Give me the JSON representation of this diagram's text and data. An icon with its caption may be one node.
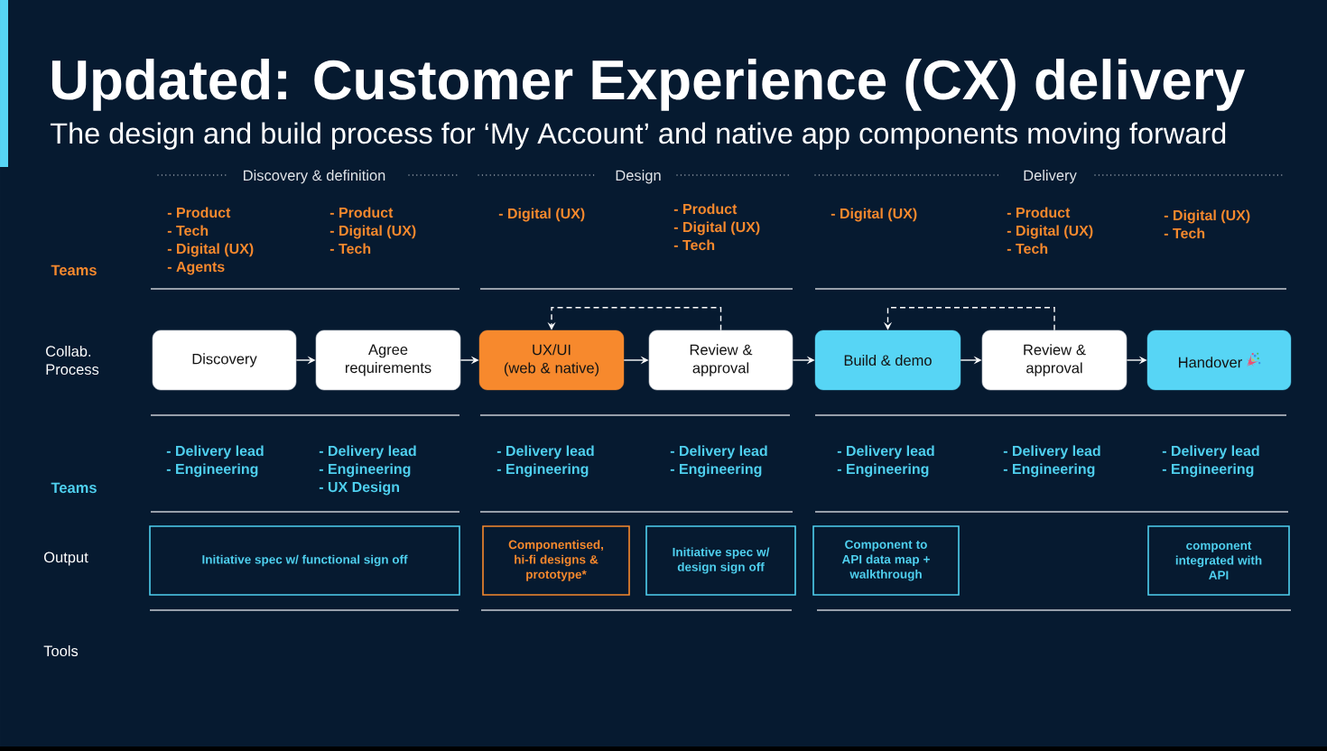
{
  "diagram": {
    "title": "Updated: Customer Experience (CX) delivery",
    "nodes": [
      {
        "text": [
          "Discovery"
        ]
      },
      {
        "text": [
          "Agree requirements"
        ]
      },
      {
        "text": [
          "UX/UI (web & native)"
        ]
      },
      {
        "text": [
          "Review & approval"
        ]
      },
      {
        "text": [
          "Build & demo"
        ]
      },
      {
        "text": [
          "Review & approval"
        ]
      },
      {
        "text": [
          "Handover"
        ]
      },
      {
        "text": [
          "Initiative spec w/ functional sign off"
        ]
      },
      {
        "text": [
          "Componentised, hi-fi designs & prototype*"
        ]
      },
      {
        "text": [
          "Initiative spec w/ design sign off"
        ]
      },
      {
        "text": [
          "Component to API data map + walkthrough"
        ]
      },
      {
        "text": [
          "component integrated with API"
        ]
      }
    ],
    "edges": [
      {
        "from": 0,
        "to": 1,
        "arrow": "to"
      },
      {
        "from": 1,
        "to": 2,
        "arrow": "to"
      },
      {
        "from": 2,
        "to": 3,
        "arrow": "to"
      },
      {
        "from": 3,
        "to": 4,
        "arrow": "to"
      },
      {
        "from": 4,
        "to": 5,
        "arrow": "to"
      },
      {
        "from": 5,
        "to": 6,
        "arrow": "to"
      },
      {
        "from": 3,
        "to": 2,
        "arrow": "to",
        "style": "dashed"
      },
      {
        "from": 5,
        "to": 4,
        "arrow": "to",
        "style": "dashed"
      }
    ],
    "labels": [
      "The design and build process for ‘My Account’ and native app components moving forward",
      "Discovery & definition",
      "Design",
      "Delivery",
      "Teams",
      "- Product",
      "- Tech",
      "- Digital (UX)",
      "- Agents",
      "- Product",
      "- Digital (UX)",
      "- Tech",
      "- Digital (UX)",
      "- Product",
      "- Digital (UX)",
      "- Tech",
      "- Digital (UX)",
      "- Product",
      "- Digital (UX)",
      "- Tech",
      "- Digital (UX)",
      "- Tech",
      "Collab. Process",
      "Teams",
      "- Delivery lead",
      "- Engineering",
      "- Delivery lead",
      "- Engineering",
      "- UX Design",
      "- Delivery lead",
      "- Engineering",
      "- Delivery lead",
      "- Engineering",
      "- Delivery lead",
      "- Engineering",
      "- Delivery lead",
      "- Engineering",
      "- Delivery lead",
      "- Engineering",
      "Output",
      "Tools"
    ]
  }
}
